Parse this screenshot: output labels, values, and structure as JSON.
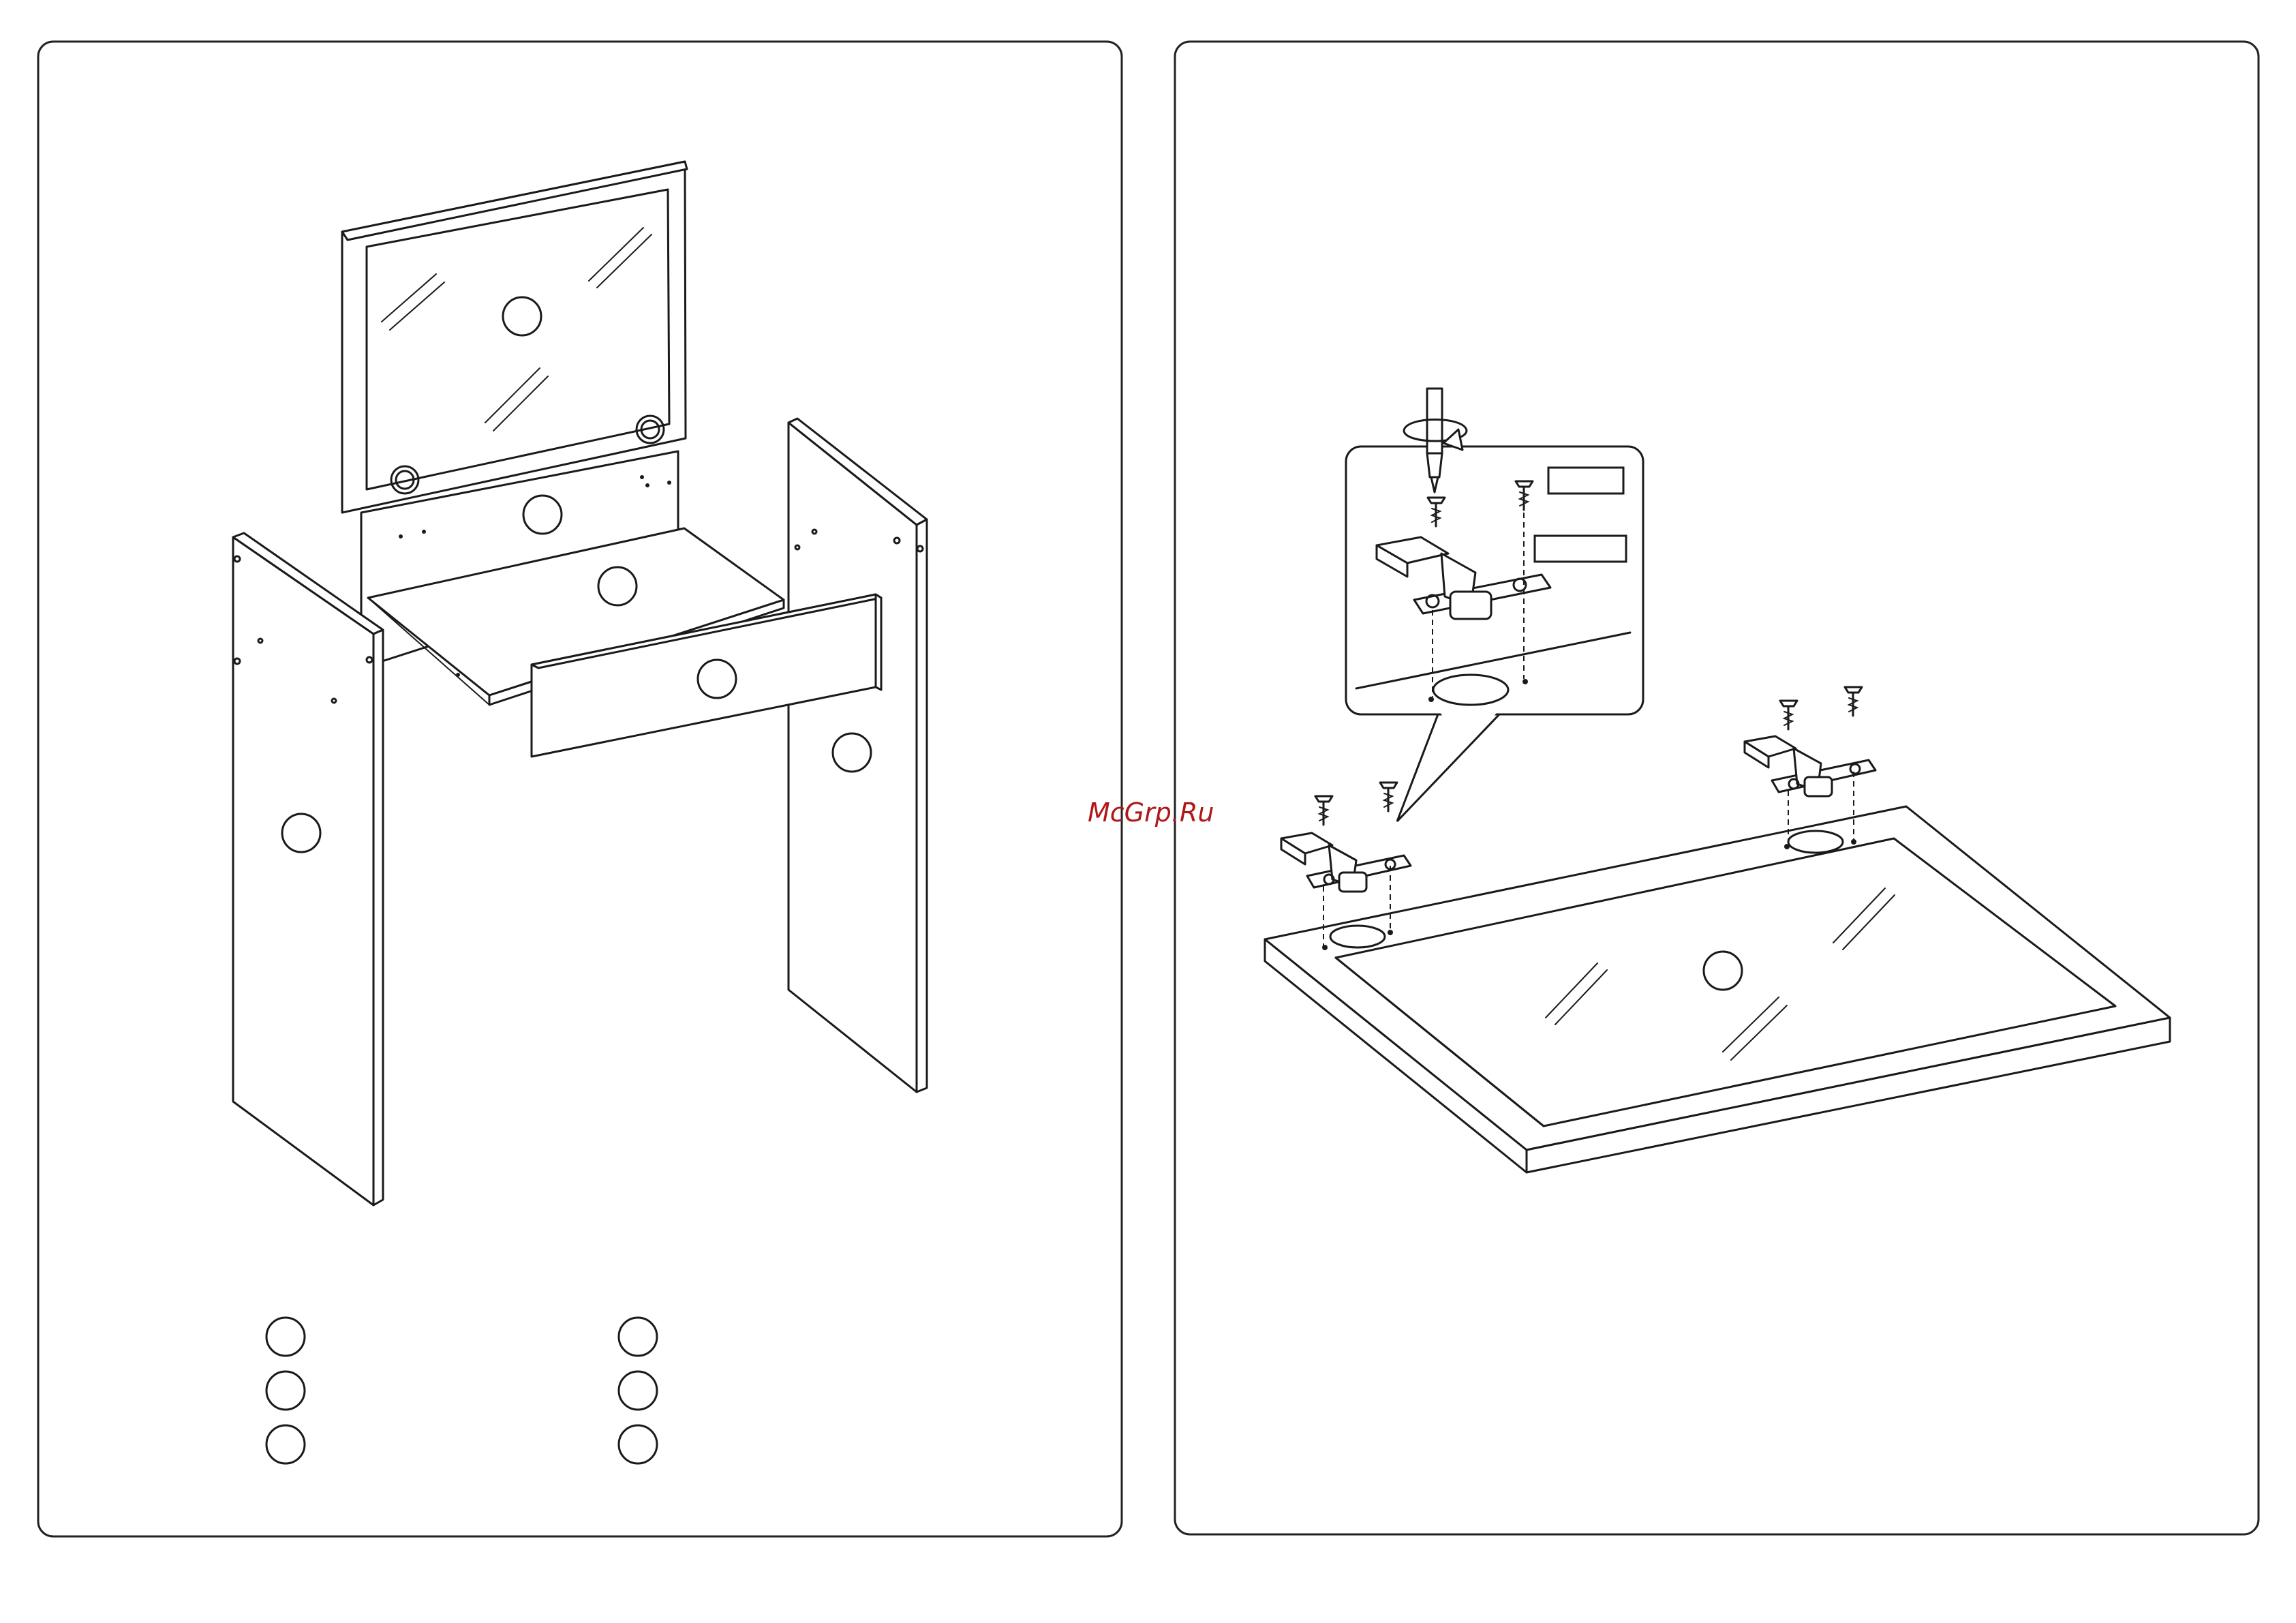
{
  "watermark": {
    "text": "McGrp.Ru",
    "color": "#b01818"
  },
  "colors": {
    "line": "#1a1a1a",
    "background": "#ffffff",
    "panel_border": "#222222"
  },
  "left_panel": {
    "part_markers": [
      "mirror",
      "back-rail",
      "drawer-bottom",
      "drawer-front",
      "left-side",
      "right-side"
    ],
    "legend_rows": 3,
    "legend_columns": 2
  },
  "right_panel": {
    "part_markers": [
      "mirror-board"
    ],
    "detail_callout": {
      "empty_labels": 2
    },
    "icons": [
      "screwdriver-icon",
      "rotate-arrow-icon",
      "hinge-icon",
      "screw-icon"
    ]
  }
}
